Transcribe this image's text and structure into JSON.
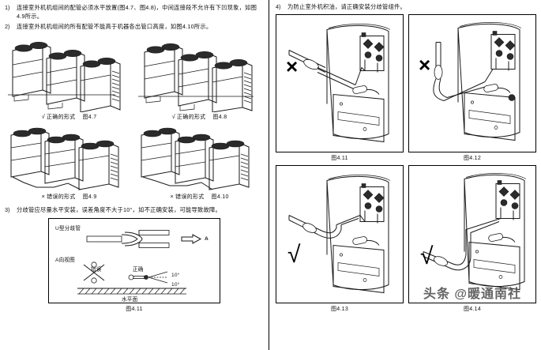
{
  "document": {
    "language": "zh-CN",
    "watermark": "头条 @暖通南社"
  },
  "left_column": {
    "notes": [
      {
        "num": "1)",
        "text": "连接室外机机组间的配管必须水平放置(图4.7、图4.8)，中间连接段不允许有下凹现象，如图4.9所示。"
      },
      {
        "num": "2)",
        "text": "连接室外机机组间的所有配管不能高于机器各出管口高度，如图4.10所示。"
      }
    ],
    "figures": [
      {
        "mark": "√",
        "label": "正确的形式",
        "figno": "图4.7"
      },
      {
        "mark": "√",
        "label": "正确的形式",
        "figno": "图4.8"
      },
      {
        "mark": "×",
        "label": "错误的形式",
        "figno": "图4.9"
      },
      {
        "mark": "×",
        "label": "错误的形式",
        "figno": "图4.10"
      }
    ],
    "note3": {
      "num": "3)",
      "text": "分歧管应尽量水平安装，误差角度不大于10°，如不正确安装，可能导致故障。"
    },
    "detail": {
      "title": "U型分歧管",
      "arrow_label": "A",
      "view_label": "A向视图",
      "wrong_label": "错误",
      "correct_label": "正确",
      "angle_upper": "10°",
      "angle_lower": "10°",
      "ground_label": "水平面",
      "figno": "图4.11"
    }
  },
  "right_column": {
    "note": {
      "num": "4)",
      "text": "为防止室外机积油，请正确安装分歧管组件。"
    },
    "panels": [
      {
        "verdict": "×",
        "verdict_name": "cross",
        "figno": "图4.11"
      },
      {
        "verdict": "×",
        "verdict_name": "cross",
        "figno": "图4.12"
      },
      {
        "verdict": "√",
        "verdict_name": "check",
        "figno": "图4.13"
      },
      {
        "verdict": "√",
        "verdict_name": "check",
        "figno": "图4.14"
      }
    ]
  }
}
